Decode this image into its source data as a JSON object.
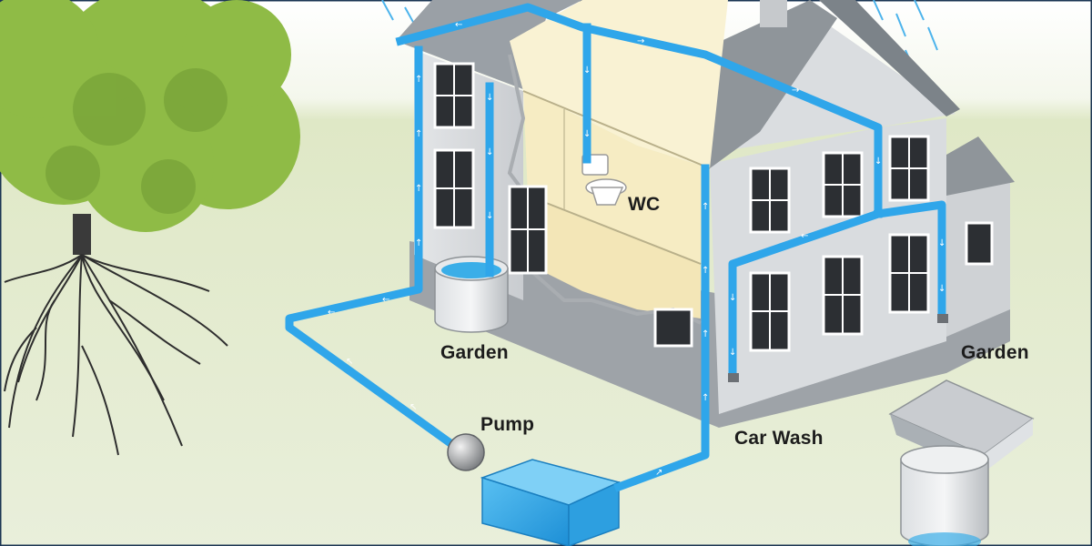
{
  "labels": {
    "wc": "WC",
    "garden_left": "Garden",
    "garden_right": "Garden",
    "pump": "Pump",
    "car_wash": "Car Wash"
  },
  "colors": {
    "pipe": "#2fa6ea",
    "pipe_arrow": "#ffffff",
    "ground": "#dfe7c7",
    "sky": "#ffffff",
    "wall": "#d6d9dc",
    "roof": "#8f959a",
    "tree": "#8fbb46",
    "tank": "#3aaee8",
    "interior": "#f6ecc3"
  }
}
